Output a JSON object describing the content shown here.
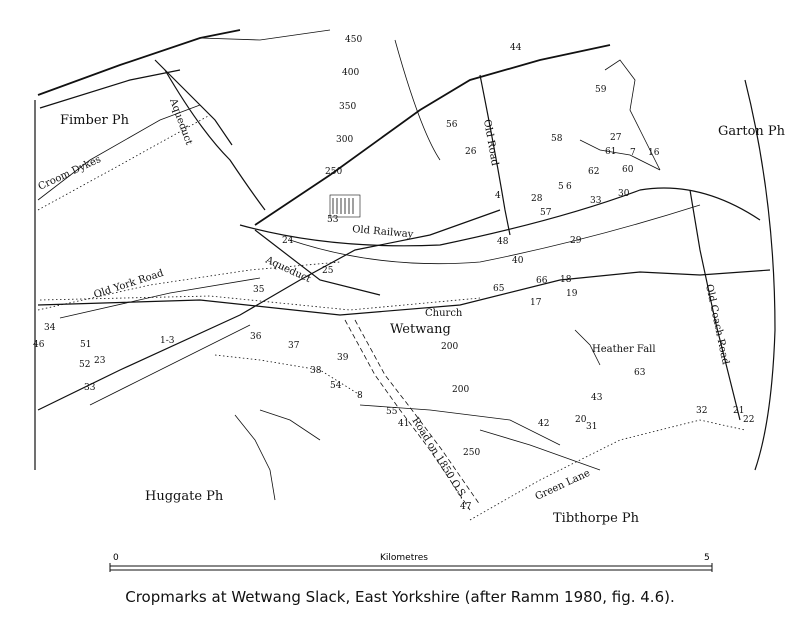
{
  "map": {
    "places": [
      {
        "id": "fimber",
        "text": "Fimber Ph"
      },
      {
        "id": "garton",
        "text": "Garton Ph"
      },
      {
        "id": "huggate",
        "text": "Huggate Ph"
      },
      {
        "id": "tibthorpe",
        "text": "Tibthorpe Ph"
      },
      {
        "id": "wetwang",
        "text": "Wetwang"
      },
      {
        "id": "heather-fall",
        "text": "Heather Fall"
      }
    ],
    "roads": [
      {
        "id": "croom-dykes",
        "text": "Croom Dykes"
      },
      {
        "id": "aqueduct-north",
        "text": "Aqueduct"
      },
      {
        "id": "aqueduct-south",
        "text": "Aqueduct"
      },
      {
        "id": "old-road",
        "text": "Old Road"
      },
      {
        "id": "old-railway",
        "text": "Old Railway"
      },
      {
        "id": "old-york-road",
        "text": "Old York Road"
      },
      {
        "id": "old-coach-road",
        "text": "Old Coach Road"
      },
      {
        "id": "church",
        "text": "Church"
      },
      {
        "id": "road-1850",
        "text": "Road on 1850 O.S."
      },
      {
        "id": "green-lane",
        "text": "Green Lane"
      }
    ],
    "site_numbers": [
      "450",
      "400",
      "350",
      "300",
      "250",
      "44",
      "56",
      "26",
      "4",
      "59",
      "58",
      "27",
      "61",
      "7",
      "16",
      "62",
      "60",
      "5",
      "6",
      "28",
      "30",
      "33",
      "57",
      "53",
      "24",
      "29",
      "48",
      "40",
      "25",
      "66",
      "18",
      "19",
      "17",
      "65",
      "35",
      "36",
      "37",
      "1-3",
      "34",
      "46",
      "51",
      "52",
      "23",
      "33",
      "200",
      "38",
      "39",
      "54",
      "8",
      "55",
      "41",
      "200",
      "250",
      "42",
      "43",
      "20",
      "31",
      "63",
      "32",
      "21",
      "22",
      "47"
    ],
    "scale": {
      "start": "0",
      "unit": "Kilometres",
      "end": "5"
    }
  },
  "caption": "Cropmarks at Wetwang Slack, East Yorkshire (after Ramm 1980, fig. 4.6)."
}
